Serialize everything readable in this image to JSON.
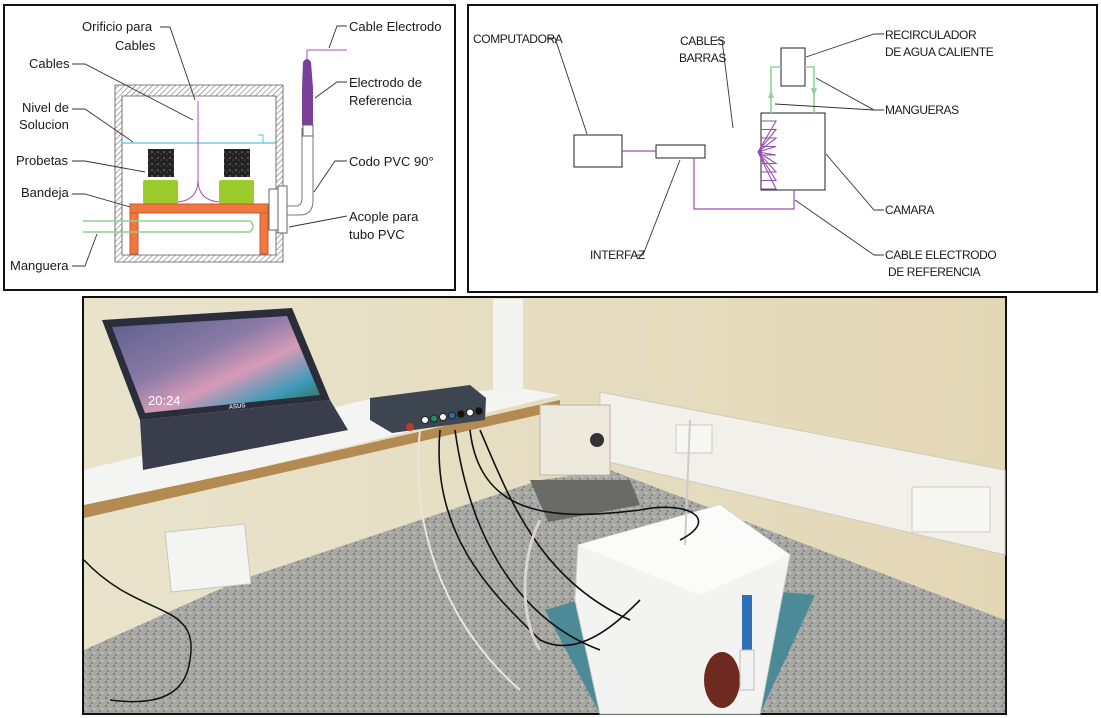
{
  "cell_diagram": {
    "labels": {
      "orificio_line1": "Orificio para",
      "orificio_line2": "Cables",
      "cables": "Cables",
      "nivel_line1": "Nivel de",
      "nivel_line2": "Solucion",
      "probetas": "Probetas",
      "bandeja": "Bandeja",
      "manguera": "Manguera",
      "cable_electrodo": "Cable Electrodo",
      "electrodo_line1": "Electrodo de",
      "electrodo_line2": "Referencia",
      "codo": "Codo PVC 90°",
      "acople_line1": "Acople para",
      "acople_line2": "tubo PVC"
    },
    "colors": {
      "bandeja": "#f07840",
      "probeta_base": "#9ccc2c",
      "probeta_top": "#1a1a1a",
      "electrode": "#7a3f98",
      "water": "#5bc0e0",
      "hose": "#8fd18f",
      "cable": "#b04cc0"
    }
  },
  "block_diagram": {
    "labels": {
      "computadora": "COMPUTADORA",
      "cables_line1": "CABLES",
      "cables_line2": "BARRAS",
      "recirculador_line1": "RECIRCULADOR",
      "recirculador_line2": "DE AGUA CALIENTE",
      "mangueras": "MANGUERAS",
      "camara": "CAMARA",
      "cable_electrodo_line1": "CABLE ELECTRODO",
      "cable_electrodo_line2": "DE REFERENCIA",
      "interfaz": "INTERFAZ"
    },
    "colors": {
      "cable": "#9a4db0",
      "hose": "#8fd39a"
    }
  },
  "photo": {
    "laptop_clock": "20:24",
    "laptop_brand": "ASUS"
  }
}
